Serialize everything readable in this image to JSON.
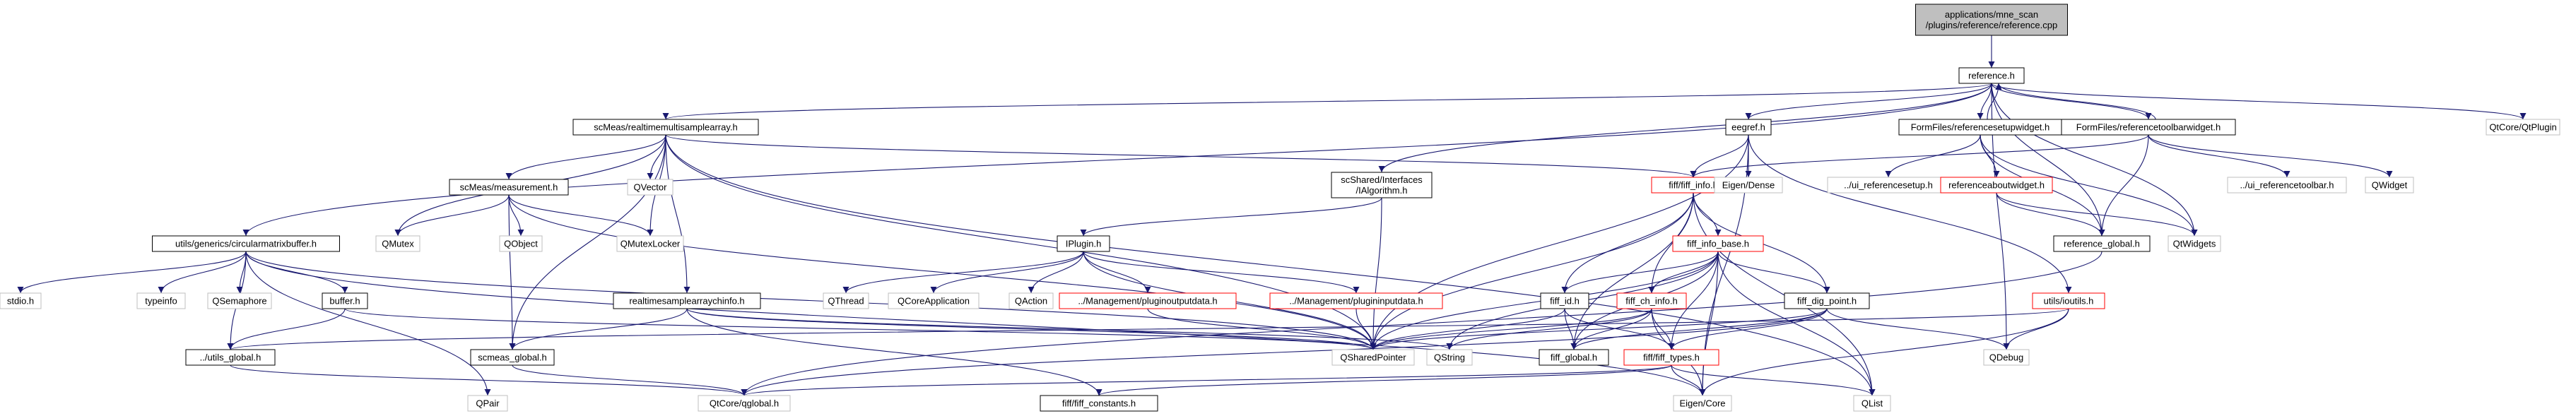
{
  "colors": {
    "edge": "#191970",
    "node_border_normal": "#000000",
    "node_border_red": "#ff0000",
    "node_border_gray": "#bfbfbf",
    "root_fill": "#bfbfbf",
    "text": "#000000"
  },
  "nodes": [
    {
      "id": "root",
      "lines": [
        "applications/mne_scan",
        "/plugins/reference/reference.cpp"
      ],
      "style": "root"
    },
    {
      "id": "reference_h",
      "lines": [
        "reference.h"
      ],
      "style": "normal"
    },
    {
      "id": "rtmsa",
      "lines": [
        "scMeas/realtimemultisamplearray.h"
      ],
      "style": "normal"
    },
    {
      "id": "eegref",
      "lines": [
        "eegref.h"
      ],
      "style": "normal"
    },
    {
      "id": "refsetup",
      "lines": [
        "FormFiles/referencesetupwidget.h"
      ],
      "style": "normal"
    },
    {
      "id": "reftoolbar",
      "lines": [
        "FormFiles/referencetoolbarwidget.h"
      ],
      "style": "normal"
    },
    {
      "id": "qtplugin",
      "lines": [
        "QtCore/QtPlugin"
      ],
      "style": "gray"
    },
    {
      "id": "ialgorithm",
      "lines": [
        "scShared/Interfaces",
        "/IAlgorithm.h"
      ],
      "style": "normal"
    },
    {
      "id": "fiffinfo",
      "lines": [
        "fiff/fiff_info.h"
      ],
      "style": "red"
    },
    {
      "id": "eigendense",
      "lines": [
        "Eigen/Dense"
      ],
      "style": "gray"
    },
    {
      "id": "uirefsetup",
      "lines": [
        "../ui_referencesetup.h"
      ],
      "style": "gray"
    },
    {
      "id": "refabout",
      "lines": [
        "referenceaboutwidget.h"
      ],
      "style": "red"
    },
    {
      "id": "uireftoolbar",
      "lines": [
        "../ui_referencetoolbar.h"
      ],
      "style": "gray"
    },
    {
      "id": "qwidget",
      "lines": [
        "QWidget"
      ],
      "style": "gray"
    },
    {
      "id": "measurement",
      "lines": [
        "scMeas/measurement.h"
      ],
      "style": "normal"
    },
    {
      "id": "qvector",
      "lines": [
        "QVector"
      ],
      "style": "gray"
    },
    {
      "id": "circbuf",
      "lines": [
        "utils/generics/circularmatrixbuffer.h"
      ],
      "style": "normal"
    },
    {
      "id": "qmutex",
      "lines": [
        "QMutex"
      ],
      "style": "gray"
    },
    {
      "id": "qobject",
      "lines": [
        "QObject"
      ],
      "style": "gray"
    },
    {
      "id": "qmutexlocker",
      "lines": [
        "QMutexLocker"
      ],
      "style": "gray"
    },
    {
      "id": "iplugin",
      "lines": [
        "IPlugin.h"
      ],
      "style": "normal"
    },
    {
      "id": "fiffinfobase",
      "lines": [
        "fiff_info_base.h"
      ],
      "style": "red"
    },
    {
      "id": "refglobal",
      "lines": [
        "reference_global.h"
      ],
      "style": "normal"
    },
    {
      "id": "qtwidgets",
      "lines": [
        "QtWidgets"
      ],
      "style": "gray"
    },
    {
      "id": "stdioh",
      "lines": [
        "stdio.h"
      ],
      "style": "gray"
    },
    {
      "id": "typeinfo",
      "lines": [
        "typeinfo"
      ],
      "style": "gray"
    },
    {
      "id": "qsemaphore",
      "lines": [
        "QSemaphore"
      ],
      "style": "gray"
    },
    {
      "id": "bufferh",
      "lines": [
        "buffer.h"
      ],
      "style": "normal"
    },
    {
      "id": "rtsai",
      "lines": [
        "realtimesamplearraychinfo.h"
      ],
      "style": "normal"
    },
    {
      "id": "qthread",
      "lines": [
        "QThread"
      ],
      "style": "gray"
    },
    {
      "id": "qcoreapp",
      "lines": [
        "QCoreApplication"
      ],
      "style": "gray"
    },
    {
      "id": "qaction",
      "lines": [
        "QAction"
      ],
      "style": "gray"
    },
    {
      "id": "pluginoutput",
      "lines": [
        "../Management/pluginoutputdata.h"
      ],
      "style": "red"
    },
    {
      "id": "plugininput",
      "lines": [
        "../Management/plugininputdata.h"
      ],
      "style": "red"
    },
    {
      "id": "fiffid",
      "lines": [
        "fiff_id.h"
      ],
      "style": "normal"
    },
    {
      "id": "fiffchinfo",
      "lines": [
        "fiff_ch_info.h"
      ],
      "style": "red"
    },
    {
      "id": "fiffdigpoint",
      "lines": [
        "fiff_dig_point.h"
      ],
      "style": "normal"
    },
    {
      "id": "ioutils",
      "lines": [
        "utils/ioutils.h"
      ],
      "style": "red"
    },
    {
      "id": "utilsglobal",
      "lines": [
        "../utils_global.h"
      ],
      "style": "normal"
    },
    {
      "id": "scmeasglobal",
      "lines": [
        "scmeas_global.h"
      ],
      "style": "normal"
    },
    {
      "id": "qsharedpointer",
      "lines": [
        "QSharedPointer"
      ],
      "style": "gray"
    },
    {
      "id": "qstring",
      "lines": [
        "QString"
      ],
      "style": "gray"
    },
    {
      "id": "fiffglobal",
      "lines": [
        "fiff_global.h"
      ],
      "style": "normal"
    },
    {
      "id": "fifftypes",
      "lines": [
        "fiff/fiff_types.h"
      ],
      "style": "red"
    },
    {
      "id": "qdebug",
      "lines": [
        "QDebug"
      ],
      "style": "gray"
    },
    {
      "id": "qpair",
      "lines": [
        "QPair"
      ],
      "style": "gray"
    },
    {
      "id": "qtcoreglobal",
      "lines": [
        "QtCore/qglobal.h"
      ],
      "style": "gray"
    },
    {
      "id": "fiffconstants",
      "lines": [
        "fiff/fiff_constants.h"
      ],
      "style": "normal"
    },
    {
      "id": "eigencore",
      "lines": [
        "Eigen/Core"
      ],
      "style": "gray"
    },
    {
      "id": "qlist",
      "lines": [
        "QList"
      ],
      "style": "gray"
    }
  ],
  "edges": [
    [
      "root",
      "reference_h"
    ],
    [
      "reference_h",
      "rtmsa"
    ],
    [
      "reference_h",
      "eegref"
    ],
    [
      "reference_h",
      "refsetup"
    ],
    [
      "reference_h",
      "reftoolbar"
    ],
    [
      "reference_h",
      "qtplugin"
    ],
    [
      "reference_h",
      "ialgorithm"
    ],
    [
      "reference_h",
      "circbuf"
    ],
    [
      "reference_h",
      "refglobal"
    ],
    [
      "reference_h",
      "qtwidgets"
    ],
    [
      "reference_h",
      "qdebug"
    ],
    [
      "refsetup",
      "reference_h"
    ],
    [
      "reftoolbar",
      "reference_h"
    ],
    [
      "rtmsa",
      "measurement"
    ],
    [
      "rtmsa",
      "qvector"
    ],
    [
      "rtmsa",
      "qmutex"
    ],
    [
      "rtmsa",
      "qmutexlocker"
    ],
    [
      "rtmsa",
      "rtsai"
    ],
    [
      "rtmsa",
      "scmeasglobal"
    ],
    [
      "rtmsa",
      "qsharedpointer"
    ],
    [
      "rtmsa",
      "fiffinfo"
    ],
    [
      "rtmsa",
      "qlist"
    ],
    [
      "measurement",
      "qmutex"
    ],
    [
      "measurement",
      "qobject"
    ],
    [
      "measurement",
      "qmutexlocker"
    ],
    [
      "measurement",
      "scmeasglobal"
    ],
    [
      "measurement",
      "qsharedpointer"
    ],
    [
      "eegref",
      "fiffinfo"
    ],
    [
      "eegref",
      "eigendense"
    ],
    [
      "eegref",
      "ioutils"
    ],
    [
      "eegref",
      "qsharedpointer"
    ],
    [
      "eegref",
      "eigencore"
    ],
    [
      "refsetup",
      "uirefsetup"
    ],
    [
      "refsetup",
      "refabout"
    ],
    [
      "refsetup",
      "refglobal"
    ],
    [
      "refsetup",
      "qtwidgets"
    ],
    [
      "reftoolbar",
      "uireftoolbar"
    ],
    [
      "reftoolbar",
      "qwidget"
    ],
    [
      "reftoolbar",
      "fiffinfo"
    ],
    [
      "reftoolbar",
      "refglobal"
    ],
    [
      "refabout",
      "refglobal"
    ],
    [
      "refabout",
      "qtwidgets"
    ],
    [
      "refglobal",
      "qtcoreglobal"
    ],
    [
      "ialgorithm",
      "iplugin"
    ],
    [
      "ialgorithm",
      "qsharedpointer"
    ],
    [
      "iplugin",
      "qthread"
    ],
    [
      "iplugin",
      "qcoreapp"
    ],
    [
      "iplugin",
      "qaction"
    ],
    [
      "iplugin",
      "pluginoutput"
    ],
    [
      "iplugin",
      "plugininput"
    ],
    [
      "iplugin",
      "qsharedpointer"
    ],
    [
      "pluginoutput",
      "qsharedpointer"
    ],
    [
      "plugininput",
      "qsharedpointer"
    ],
    [
      "fiffinfo",
      "fiffinfobase"
    ],
    [
      "fiffinfo",
      "fiffid"
    ],
    [
      "fiffinfo",
      "fiffchinfo"
    ],
    [
      "fiffinfo",
      "fiffdigpoint"
    ],
    [
      "fiffinfo",
      "qsharedpointer"
    ],
    [
      "fiffinfo",
      "fiffglobal"
    ],
    [
      "fiffinfo",
      "qlist"
    ],
    [
      "fiffinfobase",
      "fiffid"
    ],
    [
      "fiffinfobase",
      "fiffchinfo"
    ],
    [
      "fiffinfobase",
      "fiffdigpoint"
    ],
    [
      "fiffinfobase",
      "qsharedpointer"
    ],
    [
      "fiffinfobase",
      "fiffglobal"
    ],
    [
      "fiffinfobase",
      "fifftypes"
    ],
    [
      "fiffinfobase",
      "eigencore"
    ],
    [
      "fiffinfobase",
      "qlist"
    ],
    [
      "fiffinfobase",
      "qstring"
    ],
    [
      "fiffid",
      "fiffglobal"
    ],
    [
      "fiffid",
      "fifftypes"
    ],
    [
      "fiffid",
      "qsharedpointer"
    ],
    [
      "fiffchinfo",
      "fiffglobal"
    ],
    [
      "fiffchinfo",
      "fifftypes"
    ],
    [
      "fiffchinfo",
      "eigencore"
    ],
    [
      "fiffchinfo",
      "qsharedpointer"
    ],
    [
      "fiffchinfo",
      "qstring"
    ],
    [
      "fiffdigpoint",
      "fiffglobal"
    ],
    [
      "fiffdigpoint",
      "fifftypes"
    ],
    [
      "fiffdigpoint",
      "qsharedpointer"
    ],
    [
      "fiffdigpoint",
      "qdebug"
    ],
    [
      "fiffdigpoint",
      "qtcoreglobal"
    ],
    [
      "fifftypes",
      "fiffconstants"
    ],
    [
      "fifftypes",
      "eigencore"
    ],
    [
      "fifftypes",
      "qlist"
    ],
    [
      "fifftypes",
      "qtcoreglobal"
    ],
    [
      "ioutils",
      "utilsglobal"
    ],
    [
      "ioutils",
      "qdebug"
    ],
    [
      "ioutils",
      "eigencore"
    ],
    [
      "circbuf",
      "stdioh"
    ],
    [
      "circbuf",
      "typeinfo"
    ],
    [
      "circbuf",
      "qsemaphore"
    ],
    [
      "circbuf",
      "bufferh"
    ],
    [
      "circbuf",
      "utilsglobal"
    ],
    [
      "circbuf",
      "qsharedpointer"
    ],
    [
      "circbuf",
      "qpair"
    ],
    [
      "circbuf",
      "eigencore"
    ],
    [
      "bufferh",
      "utilsglobal"
    ],
    [
      "bufferh",
      "qsharedpointer"
    ],
    [
      "utilsglobal",
      "qtcoreglobal"
    ],
    [
      "rtsai",
      "scmeasglobal"
    ],
    [
      "rtsai",
      "qsharedpointer"
    ],
    [
      "rtsai",
      "fiffconstants"
    ],
    [
      "rtsai",
      "qstring"
    ],
    [
      "scmeasglobal",
      "qtcoreglobal"
    ]
  ]
}
